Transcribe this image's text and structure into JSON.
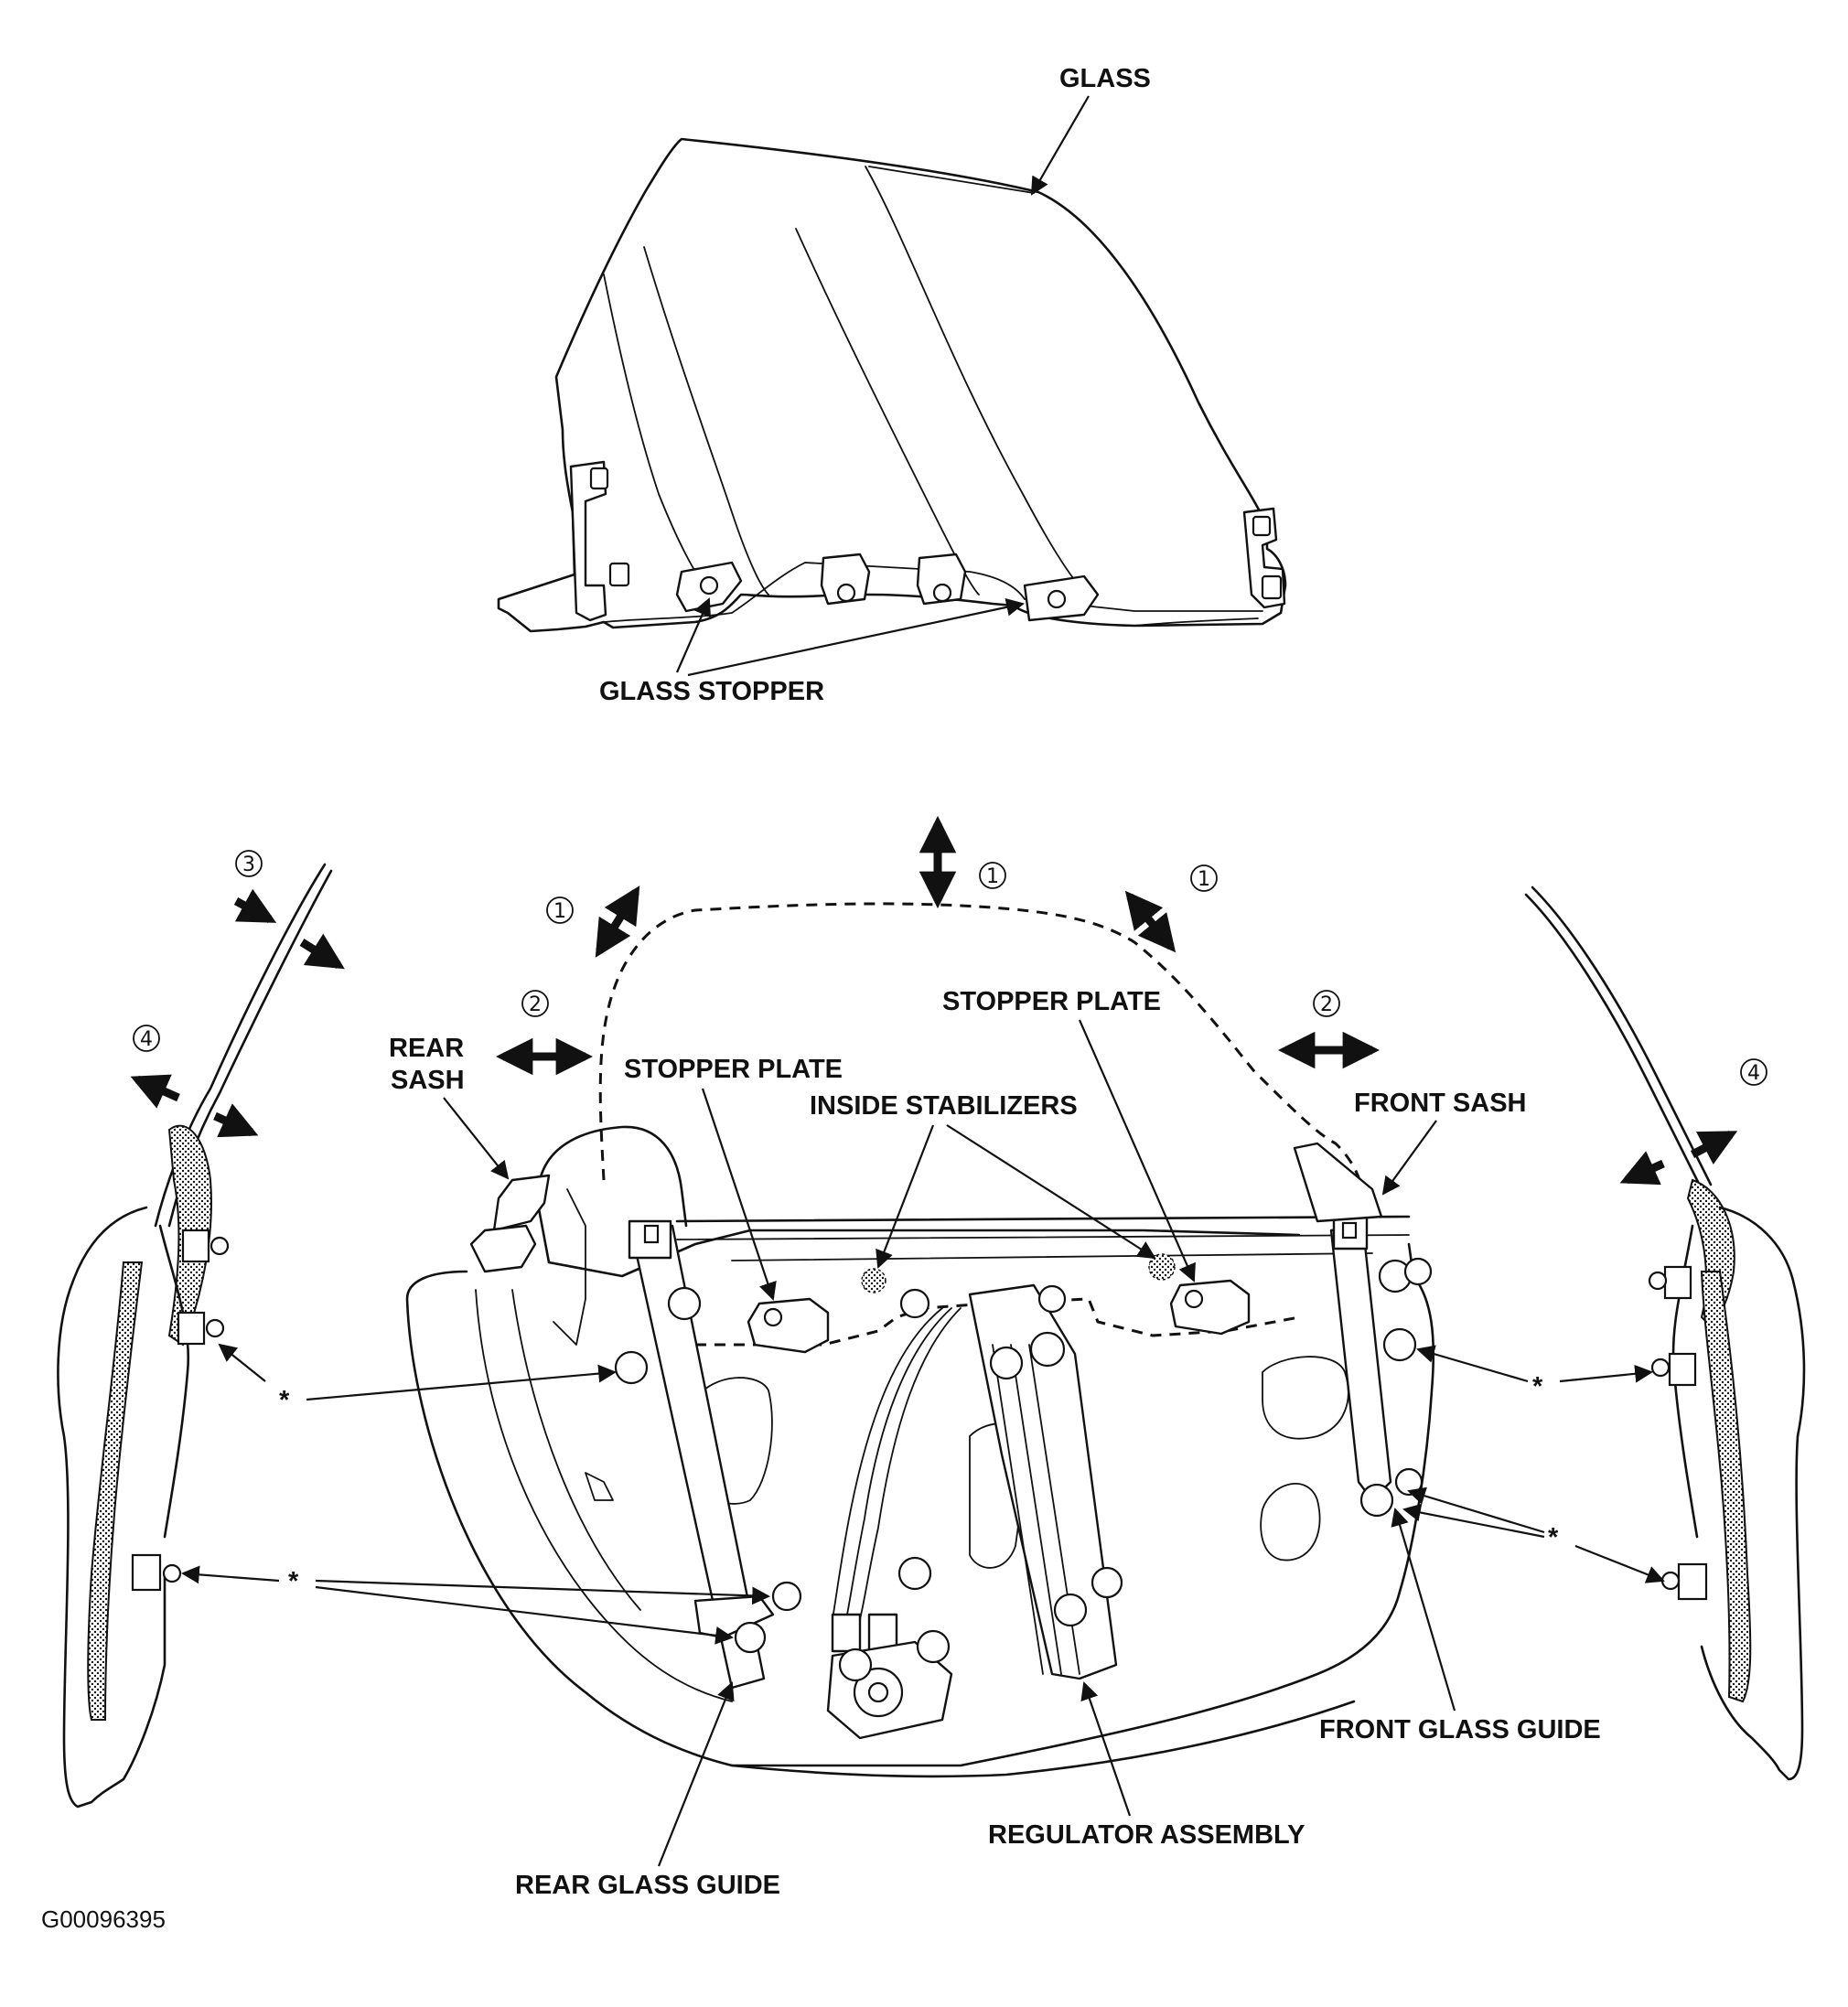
{
  "labels": {
    "glass": "GLASS",
    "glass_stopper": "GLASS STOPPER",
    "rear_sash_line1": "REAR",
    "rear_sash_line2": "SASH",
    "stopper_plate_left": "STOPPER PLATE",
    "stopper_plate_right": "STOPPER PLATE",
    "inside_stabilizers": "INSIDE STABILIZERS",
    "front_sash": "FRONT SASH",
    "front_glass_guide": "FRONT GLASS GUIDE",
    "regulator_assembly": "REGULATOR ASSEMBLY",
    "rear_glass_guide": "REAR GLASS GUIDE",
    "figure_id": "G00096395"
  },
  "markers": {
    "asterisk": "*",
    "adjust_1": "1",
    "adjust_2": "2",
    "adjust_3": "3",
    "adjust_4": "4"
  }
}
